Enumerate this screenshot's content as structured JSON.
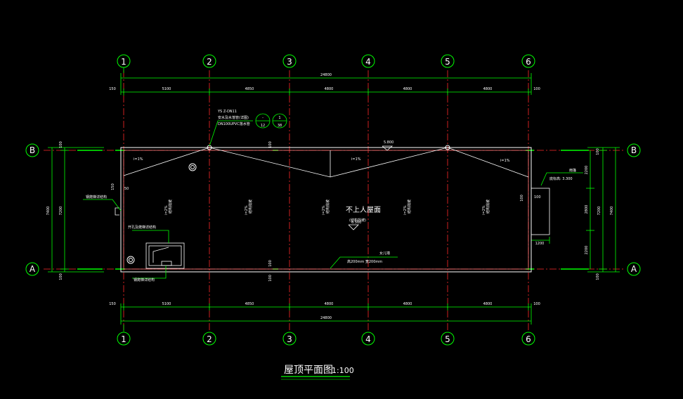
{
  "drawing": {
    "title": "屋顶平面图",
    "scale": "1:100",
    "axes_columns": [
      "1",
      "2",
      "3",
      "4",
      "5",
      "6"
    ],
    "axes_rows": [
      "A",
      "B"
    ],
    "overall_dimension": "24800",
    "top_spans": [
      "5100",
      "4850",
      "4800",
      "4800",
      "4800"
    ],
    "bottom_spans": [
      "5100",
      "4850",
      "4800",
      "4800",
      "4800"
    ],
    "end_offset_left": "150",
    "end_offset_right": "100",
    "side_total": "7400",
    "side_inner": "7200",
    "side_offset": "100",
    "right_segments": [
      "2200",
      "2800",
      "2200"
    ],
    "small_dim_1200": "1200",
    "small_dim_50": "50"
  },
  "notes": {
    "drain_line1": "YS Z-DN11",
    "drain_line2": "安水及水落管(详图)",
    "drain_line3": "DN100UPVC落水管",
    "detail_ref_a": "-",
    "detail_ref_a2": "12",
    "detail_ref_b": "1",
    "detail_ref_b2": "38",
    "roof_label": "不上人屋面",
    "roof_sub": "(结构找坡)",
    "roof_elev": "6.500",
    "top_elev": "5.800",
    "slope_small": "i=1%",
    "slope_main": "i=2%",
    "slope_dir": "结构找坡",
    "left_note": "钢爬梯详结构",
    "hatch_note": "开孔及爬梯详结构",
    "bottom_note": "钢爬梯详结构",
    "parapet_label": "女儿墙",
    "parapet_dims": "高200mm  宽200mm",
    "right_canopy": "雨篷",
    "right_elev": "底标高: 3.300",
    "right_canopy_dim": "100"
  },
  "colors": {
    "background": "#000000",
    "axis_line": "#ff2a2a",
    "dimension": "#00ff00",
    "wall": "#ffffff",
    "text": "#ffffff"
  }
}
